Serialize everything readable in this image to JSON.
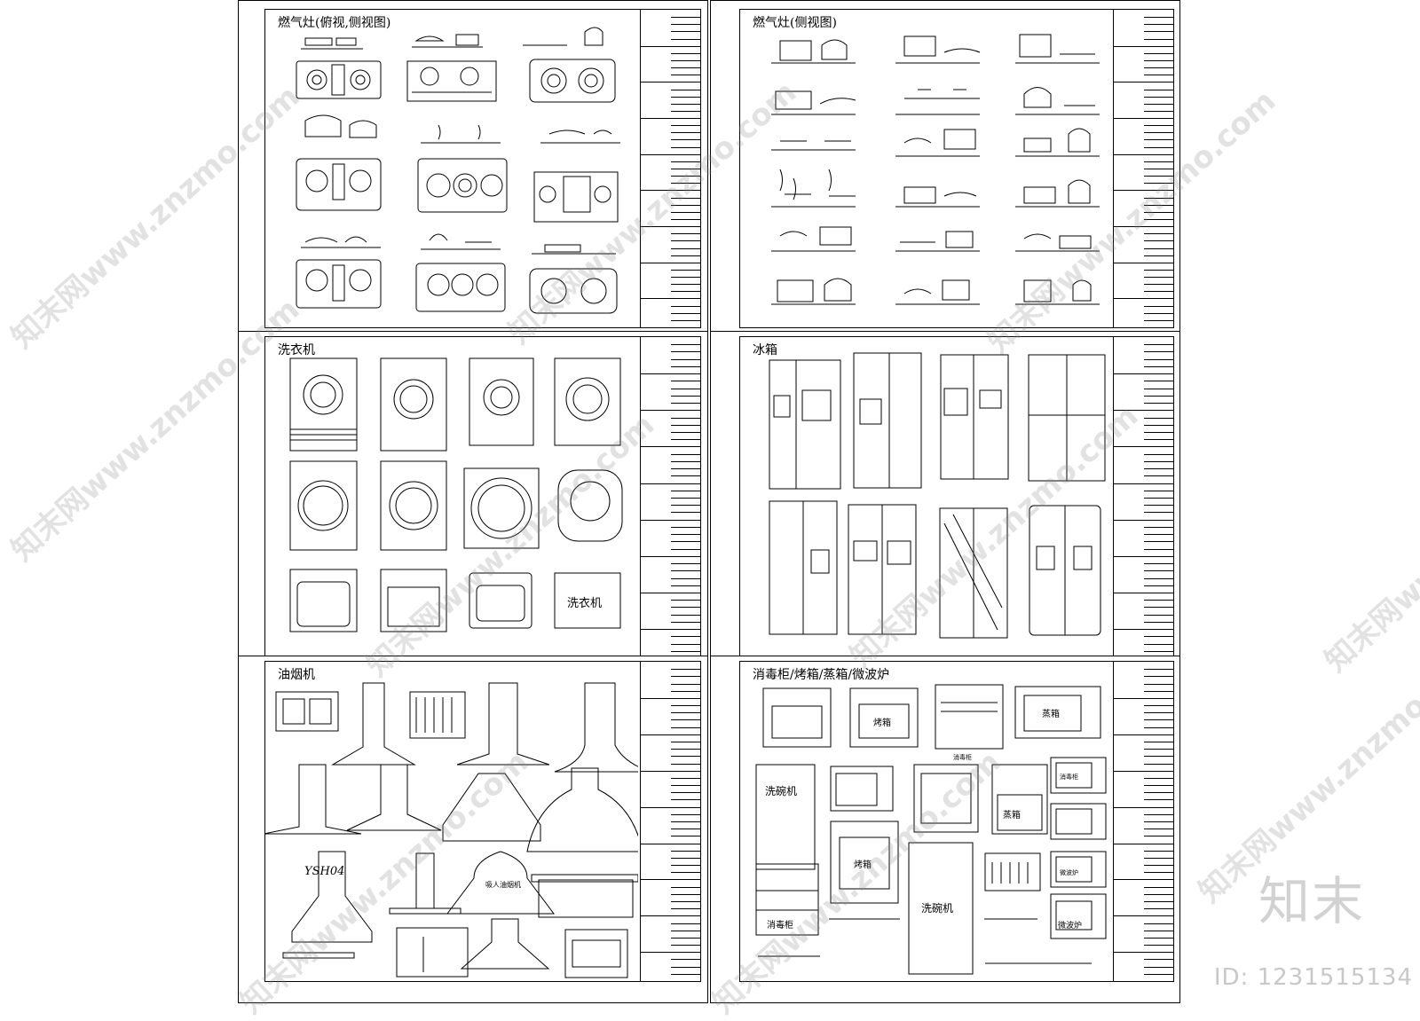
{
  "panels": [
    {
      "id": "gas-stove",
      "title": "燃气灶(俯视,侧视图)"
    },
    {
      "id": "gas-stove-side",
      "title": "燃气灶(侧视图)"
    },
    {
      "id": "washing-machine",
      "title": "洗衣机",
      "unit_label": "洗衣机"
    },
    {
      "id": "refrigerator",
      "title": "冰箱"
    },
    {
      "id": "range-hood",
      "title": "油烟机",
      "hood_labels": [
        "YSH04",
        "吸人油烟机"
      ]
    },
    {
      "id": "appliances",
      "title": "消毒柜/烤箱/蒸箱/微波炉",
      "unit_labels": [
        "烤箱",
        "蒸箱",
        "洗碗机",
        "烤箱",
        "消毒柜",
        "消毒柜",
        "蒸箱",
        "洗碗机",
        "微波炉",
        "消毒柜",
        "微波炉"
      ]
    }
  ],
  "watermark": "知末网www.znzmo.com",
  "brand": "知末",
  "image_id": "ID: 1231515134"
}
